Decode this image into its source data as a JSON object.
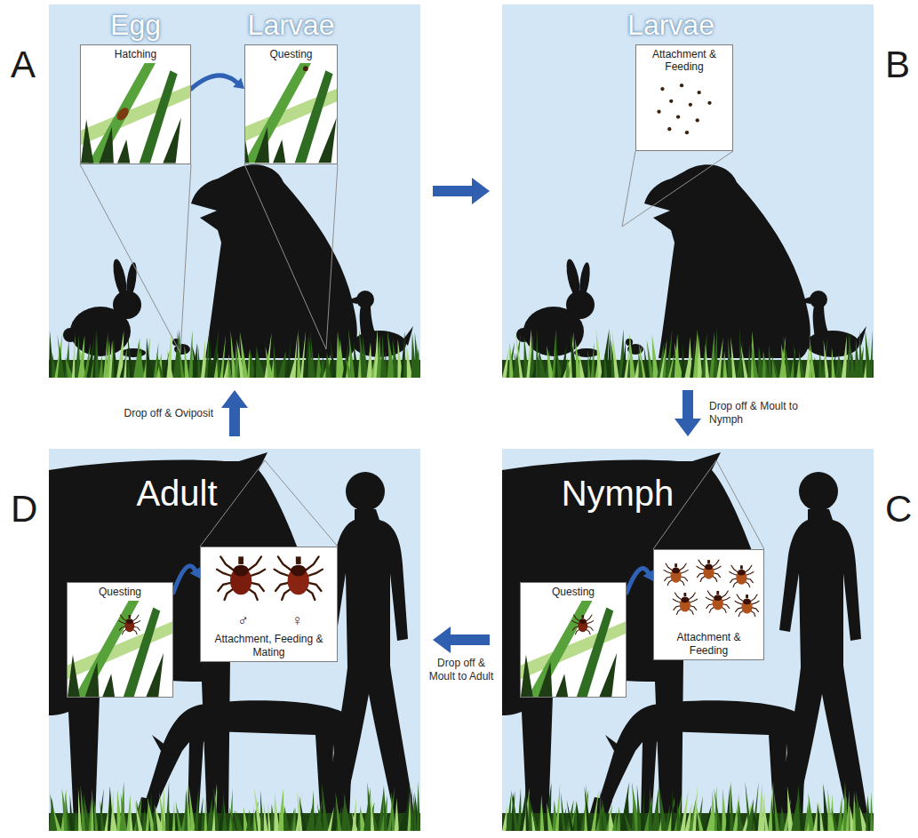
{
  "diagram": {
    "nodes": [
      {
        "text": [
          "Egg",
          "Larvae"
        ]
      },
      {
        "text": [
          "Hatching"
        ],
        "in": 0
      },
      {
        "text": [
          "Questing"
        ],
        "in": 0
      },
      {
        "text": [
          "Larvae"
        ]
      },
      {
        "text": [
          "Attachment & Feeding"
        ],
        "in": 3
      },
      {
        "text": [
          "Adult"
        ]
      },
      {
        "text": [
          "Questing"
        ],
        "in": 5
      },
      {
        "text": [
          "Attachment, Feeding & Mating"
        ],
        "in": 5
      },
      {
        "text": [
          "Nymph"
        ]
      },
      {
        "text": [
          "Questing"
        ],
        "in": 8
      },
      {
        "text": [
          "Attachment & Feeding"
        ],
        "in": 8
      }
    ],
    "edges": [
      {
        "from": 1,
        "to": 2,
        "arrow": "to"
      },
      {
        "from": 0,
        "to": 3,
        "arrow": "to"
      },
      {
        "from": 3,
        "to": 8,
        "arrow": "to",
        "label": "Drop off & Moult to Nymph"
      },
      {
        "from": 8,
        "to": 5,
        "arrow": "to",
        "label": "Drop off & Moult to Adult"
      },
      {
        "from": 5,
        "to": 0,
        "arrow": "to",
        "label": "Drop off & Oviposit"
      },
      {
        "from": 6,
        "to": 7,
        "arrow": "to"
      },
      {
        "from": 9,
        "to": 10,
        "arrow": "to"
      }
    ],
    "labels": [
      "A",
      "B",
      "D",
      "C",
      "♂",
      "♀"
    ]
  }
}
